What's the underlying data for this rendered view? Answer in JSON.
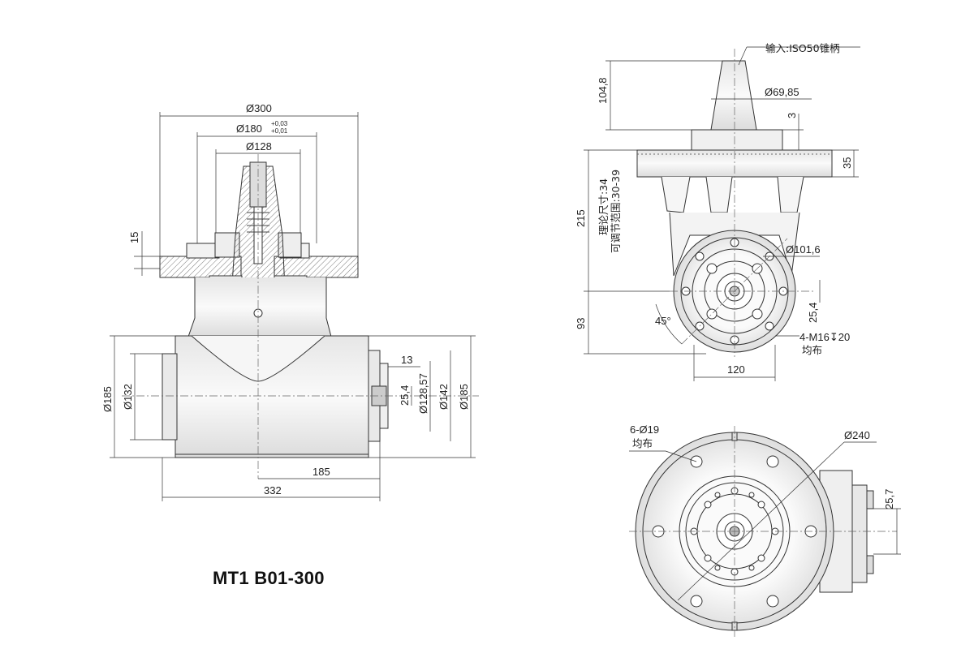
{
  "model_title": "MT1 B01-300",
  "front_view": {
    "dim_d300": "Ø300",
    "dim_d180": "Ø180",
    "tol_upper": "+0,03",
    "tol_lower": "+0,01",
    "dim_d128": "Ø128",
    "dim_15": "15",
    "dim_d185_left": "Ø185",
    "dim_d132": "Ø132",
    "dim_13": "13",
    "dim_25_4": "25,4",
    "dim_d128_57": "Ø128,57",
    "dim_d142": "Ø142",
    "dim_d185_right": "Ø185",
    "dim_185": "185",
    "dim_332": "332"
  },
  "side_view": {
    "input_label": "输入:ISO50锥柄",
    "dim_104_8": "104,8",
    "dim_d69_85": "Ø69,85",
    "dim_3": "3",
    "dim_35": "35",
    "dim_215": "215",
    "theory_size": "理论尺寸:34",
    "adjust_range": "可调节范围:30-39",
    "dim_d101_6": "Ø101,6",
    "dim_25_4": "25,4",
    "dim_93": "93",
    "angle_45": "45°",
    "thread_spec": "4-M16↧20",
    "distributed_1": "均布",
    "dim_120": "120"
  },
  "bottom_view": {
    "holes_spec": "6-Ø19",
    "distributed_2": "均布",
    "dim_d240": "Ø240",
    "dim_25_7": "25,7"
  }
}
